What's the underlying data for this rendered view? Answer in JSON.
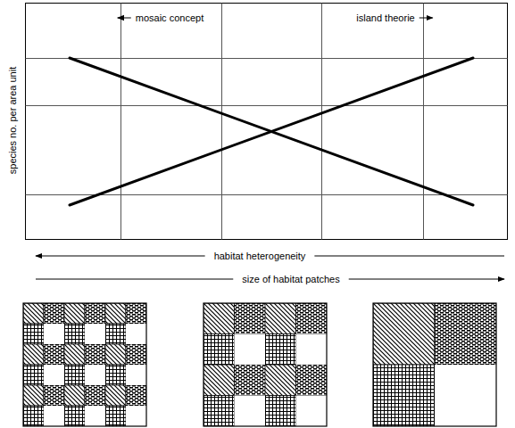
{
  "diagram": {
    "labels": [
      "mosaic concept",
      "island theorie",
      "species no. per area unit",
      "habitat heterogeneity",
      "size of habitat patches"
    ]
  }
}
